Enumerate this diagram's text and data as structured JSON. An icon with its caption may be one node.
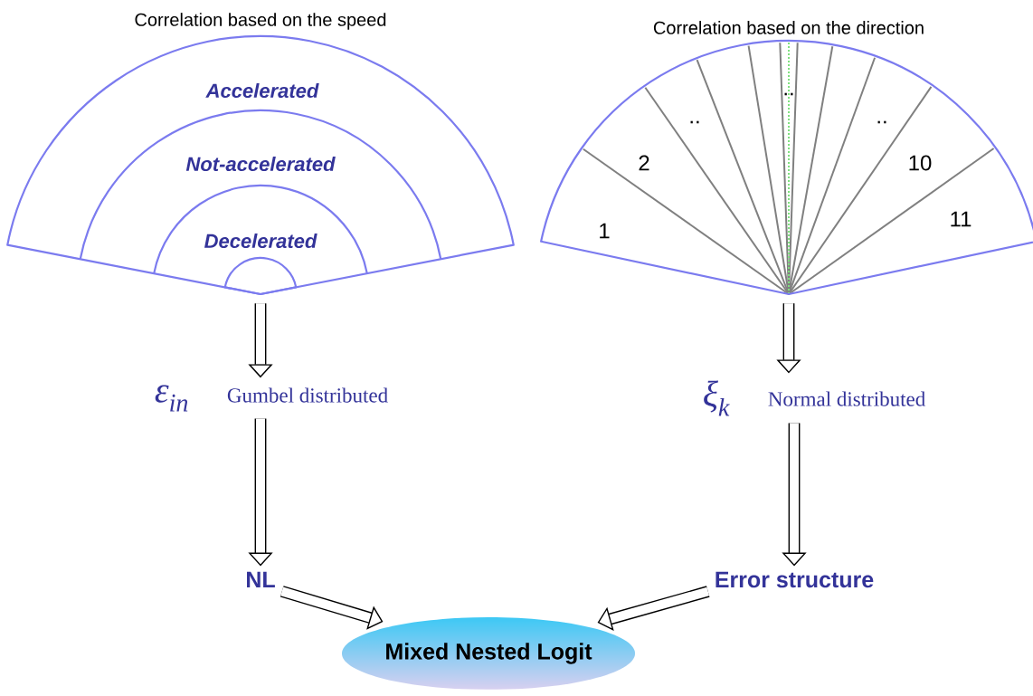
{
  "diagram": {
    "nodes": [
      {
        "text": [
          "Correlation based on the speed"
        ]
      },
      {
        "text": [
          "Accelerated"
        ],
        "in": 0
      },
      {
        "text": [
          "Not-accelerated"
        ],
        "in": 0
      },
      {
        "text": [
          "Decelerated"
        ],
        "in": 0
      },
      {
        "text": [],
        "shape": "semicircle",
        "in": 0
      },
      {
        "text": [
          "Correlation based on the direction"
        ]
      },
      {
        "text": [
          "ε$_{in}$",
          "Gumbel distributed"
        ]
      },
      {
        "text": [
          "NL"
        ]
      },
      {
        "text": [
          "ξ$_{k}$",
          "Normal distributed"
        ]
      },
      {
        "text": [
          "Error structure"
        ]
      },
      {
        "text": [
          "Mixed Nested Logit"
        ]
      }
    ],
    "edges": [
      {
        "from": 0,
        "to": 6,
        "arrow": "to"
      },
      {
        "from": 6,
        "to": 7,
        "arrow": "to"
      },
      {
        "from": 7,
        "to": 10,
        "arrow": "to"
      },
      {
        "from": 5,
        "to": 8,
        "arrow": "to"
      },
      {
        "from": 8,
        "to": 9,
        "arrow": "to"
      },
      {
        "from": 9,
        "to": 10,
        "arrow": "to"
      }
    ],
    "labels": [
      "1",
      "2",
      "..",
      "..",
      "..",
      "10",
      "11"
    ]
  }
}
